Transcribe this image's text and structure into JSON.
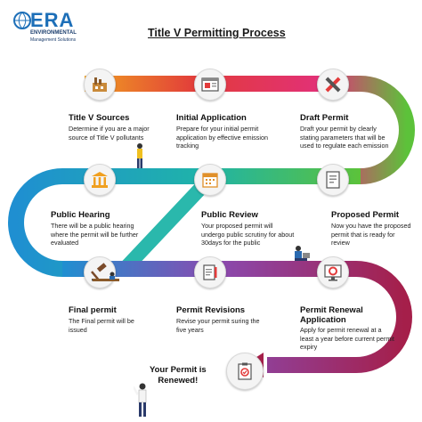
{
  "header": {
    "title": "Title V Permitting Process",
    "logo_main": "ERA",
    "logo_sub1": "ENVIRONMENTAL",
    "logo_sub2": "Management Solutions"
  },
  "steps": [
    {
      "title": "Title V Sources",
      "desc": "Determine if you are a major source of Title V pollutants",
      "icon": "factory-icon"
    },
    {
      "title": "Initial Application",
      "desc": "Prepare for your initial permit application by effective emission tracking",
      "icon": "browser-window-icon"
    },
    {
      "title": "Draft Permit",
      "desc": "Draft your permit by clearly stating parameters that will be used to regulate each emission",
      "icon": "ruler-pencil-icon"
    },
    {
      "title": "Public Hearing",
      "desc": "There will be a public hearing where the permit will be further evaluated",
      "icon": "courthouse-icon"
    },
    {
      "title": "Public Review",
      "desc": "Your proposed permit will undergo public scrutiny for about 30days for the public",
      "icon": "calendar-icon"
    },
    {
      "title": "Proposed Permit",
      "desc": "Now you have the proposed permit that is ready for review",
      "icon": "document-icon"
    },
    {
      "title": "Final permit",
      "desc": "The Final permit will be issued",
      "icon": "gavel-icon"
    },
    {
      "title": "Permit Revisions",
      "desc": "Revise your permit suring the five years",
      "icon": "notepad-pen-icon"
    },
    {
      "title": "Permit Renewal Application",
      "desc": "Apply for permit renewal at a least a year before current permit expiry",
      "icon": "monitor-chart-icon"
    }
  ],
  "final": {
    "line1": "Your Permit is",
    "line2": "Renewed!",
    "icon": "clipboard-check-icon"
  },
  "colors": {
    "red": "#e23b3b",
    "green": "#5cc23a",
    "blue": "#1f8fd1",
    "teal": "#1fb4a8",
    "purple": "#a04aa8",
    "maroon": "#a51f4a",
    "orange": "#f0a020"
  }
}
